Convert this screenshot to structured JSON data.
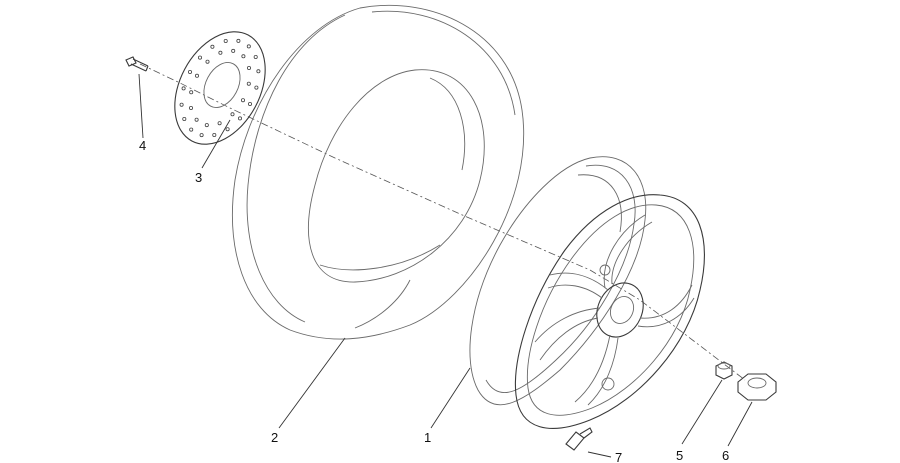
{
  "diagram": {
    "type": "exploded-parts-diagram",
    "line_color": "#6a6a6a",
    "background": "#ffffff",
    "callouts": [
      {
        "id": "c1",
        "label": "1"
      },
      {
        "id": "c2",
        "label": "2"
      },
      {
        "id": "c3",
        "label": "3"
      },
      {
        "id": "c4",
        "label": "4"
      },
      {
        "id": "c5",
        "label": "5"
      },
      {
        "id": "c6",
        "label": "6"
      },
      {
        "id": "c7",
        "label": "7"
      }
    ]
  }
}
